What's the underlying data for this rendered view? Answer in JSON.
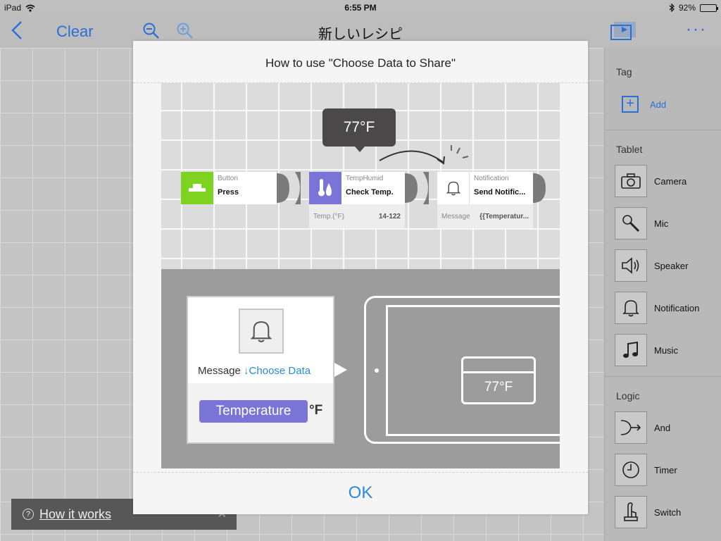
{
  "status": {
    "device": "iPad",
    "time": "6:55 PM",
    "battery": "92%",
    "battery_level": 0.92
  },
  "nav": {
    "back_glyph": "‹",
    "clear": "Clear",
    "title": "新しいレシピ",
    "more": "···"
  },
  "sidebar": {
    "tag_section": "Tag",
    "add": "Add",
    "tablet_section": "Tablet",
    "tablet_items": [
      "Camera",
      "Mic",
      "Speaker",
      "Notification",
      "Music"
    ],
    "logic_section": "Logic",
    "logic_items": [
      "And",
      "Timer",
      "Switch"
    ]
  },
  "toast": {
    "icon": "?",
    "link": "How it works",
    "close": "✕"
  },
  "modal": {
    "title": "How to use \"Choose Data to Share\"",
    "ok": "OK",
    "tooltip": "77°F",
    "blocks": [
      {
        "category": "Button",
        "action": "Press"
      },
      {
        "category": "TempHumid",
        "action": "Check Temp."
      },
      {
        "category": "Notification",
        "action": "Send Notific..."
      }
    ],
    "temp_sub": {
      "label": "Temp.(°F)",
      "value": "14-122"
    },
    "msg_sub": {
      "label": "Message",
      "value": "{{Temperatur..."
    },
    "card": {
      "message_label": "Message",
      "choose_glyph": "↓",
      "choose_data": "Choose Data",
      "temperature": "Temperature",
      "unit": "°F"
    },
    "ipad_notif": "77°F"
  },
  "colors": {
    "accent": "#2a6fd6",
    "button_green": "#7ed321",
    "temp_purple": "#7a74d8"
  }
}
